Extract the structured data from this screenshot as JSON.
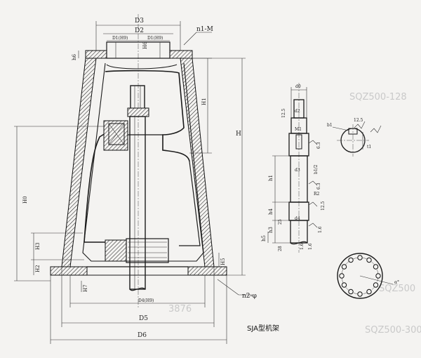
{
  "caption": "SJA型机架",
  "frame_labels": {
    "D3": "D3",
    "D2": "D2",
    "D1_h9_left": "D1(H9)",
    "D1_h9_right": "D1(H9)",
    "n1M": "n1-M",
    "h6": "h6",
    "h6_right": "H6",
    "H1": "H1",
    "H": "H",
    "H0": "H0",
    "H3": "H3",
    "H2": "H2",
    "H5": "H5",
    "H7": "H7",
    "D4": "D4(H9)",
    "D5": "D5",
    "D6": "D6",
    "n2p": "n2-φ"
  },
  "shaft_labels": {
    "d0": "d0",
    "d2": "d2",
    "M1": "M1",
    "d3": "d3",
    "d4": "d4",
    "h1": "h1",
    "h3": "h3",
    "h4": "h4",
    "h5": "h5",
    "b1": "b1",
    "b1_half": "b1/2",
    "t1": "t1",
    "R2": "R2",
    "r12_5_a": "12.5",
    "r12_5_b": "12.5",
    "r12_5_c": "12.5",
    "r6_3_a": "6.3",
    "r6_3_b": "6.3",
    "r1_6_a": "1.6",
    "r1_6_b": "1.6",
    "r1_6_c": "1.6",
    "n25": "25",
    "n28": "28",
    "alpha": "α°"
  },
  "ghost_text": [
    "SQZ500-128",
    "SQZ500-300",
    "3876",
    "SQZ500"
  ]
}
